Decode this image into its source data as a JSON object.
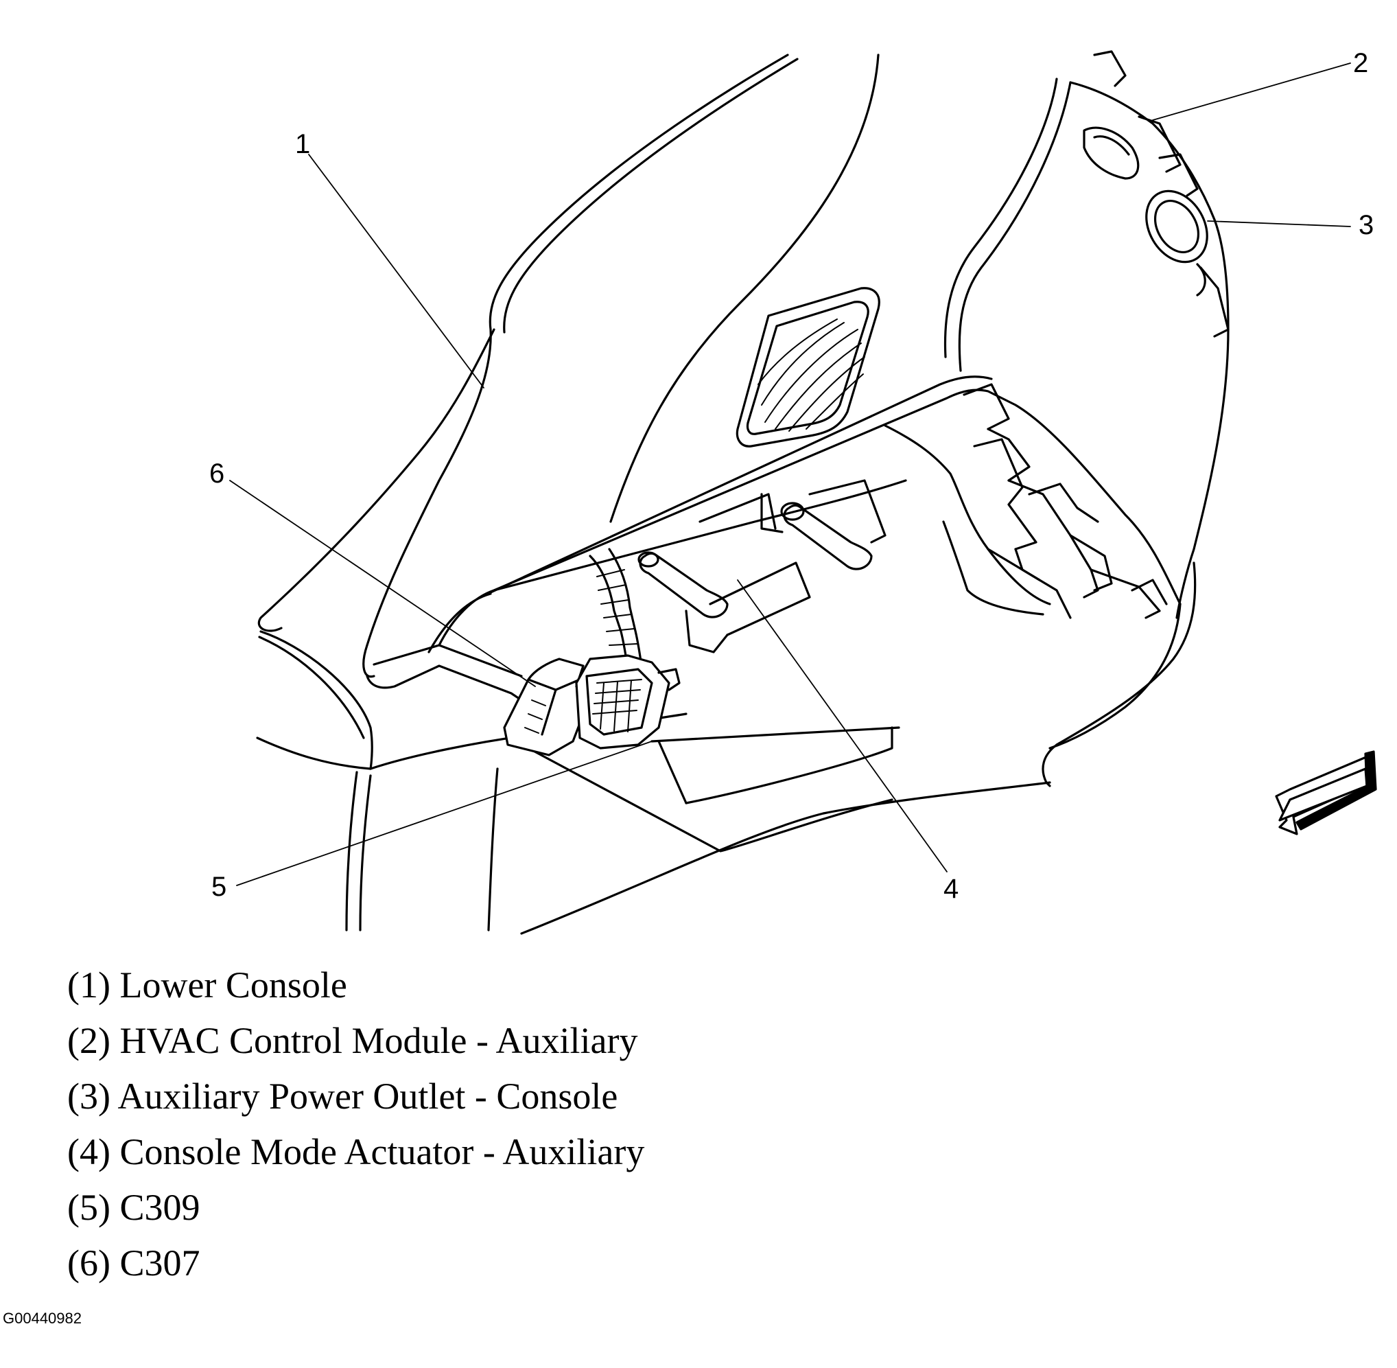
{
  "callouts": [
    "1",
    "2",
    "3",
    "4",
    "5",
    "6"
  ],
  "legend": [
    {
      "number": "(1)",
      "text": "Lower Console"
    },
    {
      "number": "(2)",
      "text": "HVAC Control Module - Auxiliary"
    },
    {
      "number": "(3)",
      "text": "Auxiliary Power Outlet - Console"
    },
    {
      "number": "(4)",
      "text": "Console Mode Actuator - Auxiliary"
    },
    {
      "number": "(5)",
      "text": "C309"
    },
    {
      "number": "(6)",
      "text": "C307"
    }
  ],
  "figure_id": "G00440982",
  "icons": {
    "direction_arrow": "forward-arrow-icon"
  }
}
